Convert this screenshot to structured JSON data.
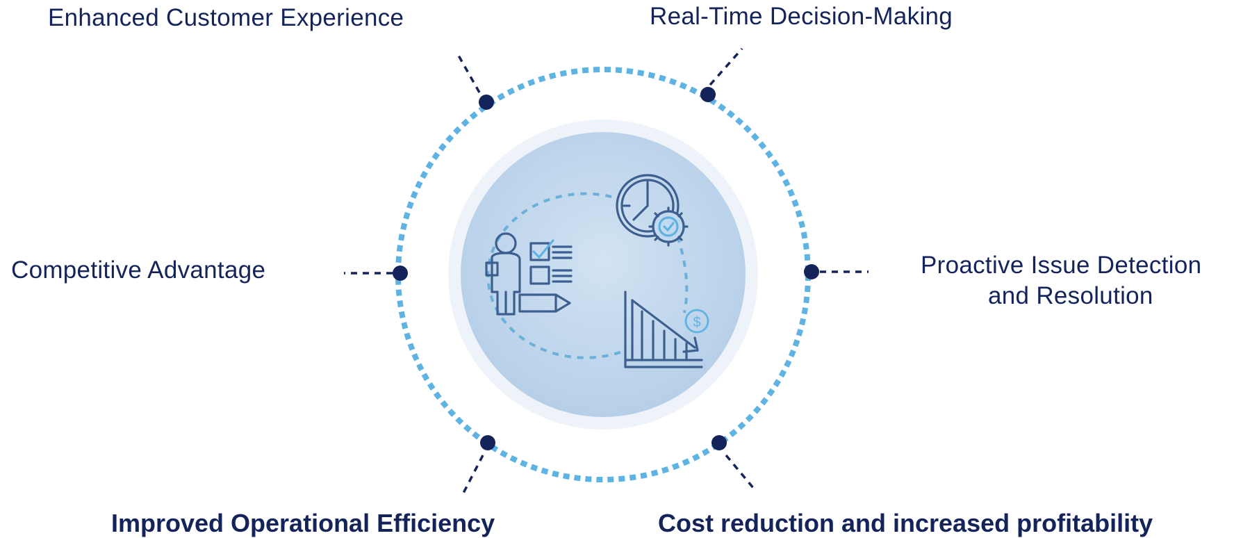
{
  "benefits": {
    "top_left": "Enhanced Customer Experience",
    "top_right": "Real-Time Decision-Making",
    "left": "Competitive Advantage",
    "right_line1": "Proactive Issue Detection",
    "right_line2": "and Resolution",
    "bottom_left": "Improved Operational Efficiency",
    "bottom_right": "Cost reduction and increased profitability"
  },
  "center_icons": [
    "person-checklist-icon",
    "clock-gear-icon",
    "declining-chart-icon",
    "dollar-coin-icon"
  ],
  "colors": {
    "text": "#14245a",
    "ring_dash": "#5fb3e3",
    "node": "#14245a",
    "center_fill": "#c3d9ee",
    "center_halo": "#eaf1f9",
    "icon_stroke": "#3d5f8f",
    "icon_accent": "#5fb3e3"
  }
}
